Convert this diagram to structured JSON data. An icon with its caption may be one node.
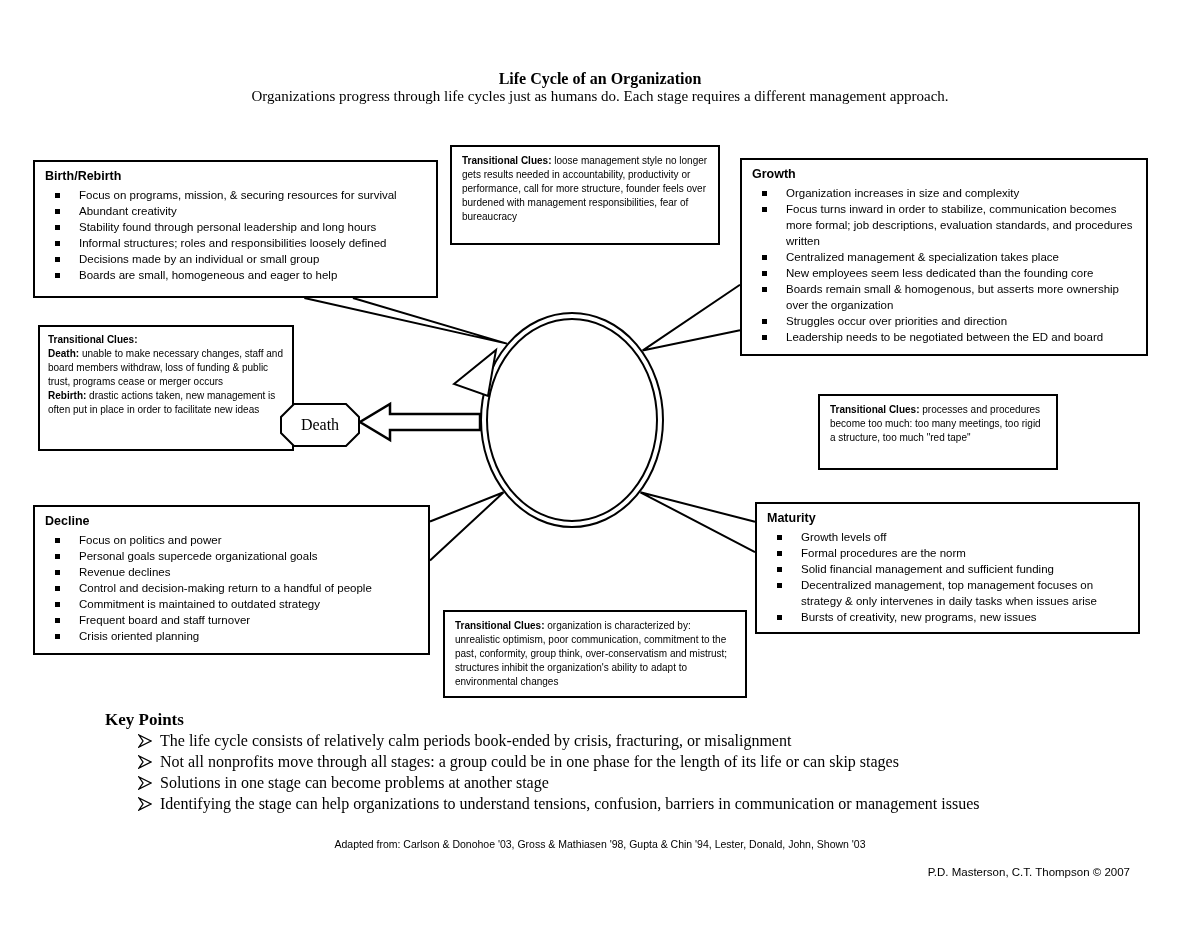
{
  "diagram": {
    "title": "Life Cycle of an Organization",
    "nodes": [
      {
        "text": [
          "Birth/Rebirth",
          "Focus on programs, mission, & securing resources for survival",
          "Abundant creativity",
          "Stability found through personal leadership and long hours",
          "Informal structures; roles and responsibilities loosely defined",
          "Decisions made by an individual or small group",
          "Boards are small, homogeneous and eager to help"
        ]
      },
      {
        "text": [
          "**Transitional Clues:** loose management style no longer gets results needed in accountability, productivity or performance, call for more structure, founder feels over burdened with management responsibilities, fear of bureaucracy"
        ]
      },
      {
        "text": [
          "Growth",
          "Organization increases in size and complexity",
          "Focus turns inward in order to stabilize, communication becomes more formal; job descriptions, evaluation standards, and procedures written",
          "Centralized management & specialization takes place",
          "New employees seem less dedicated than the founding core",
          "Boards remain small & homogenous, but asserts more ownership over the organization",
          "Struggles occur over priorities and direction",
          "Leadership needs to be negotiated between the ED and board"
        ]
      },
      {
        "text": [
          "Transitional Clues:",
          "**Death:** unable to make necessary changes, staff and board members withdraw, loss of funding & public trust, programs cease or merger occurs",
          "**Rebirth:** drastic actions taken, new management is often put in place in order to facilitate new ideas"
        ]
      },
      {
        "text": [
          "Death"
        ]
      },
      {
        "text": [],
        "shape": "circle"
      },
      {
        "text": [
          "**Transitional Clues:** processes and procedures become too much: too many meetings, too rigid a structure, too much \"red tape\""
        ]
      },
      {
        "text": [
          "Decline",
          "Focus on politics and power",
          "Personal goals supercede organizational goals",
          "Revenue declines",
          "Control and decision-making return to a handful of people",
          "Commitment is maintained to outdated strategy",
          "Frequent board and staff turnover",
          "Crisis oriented planning"
        ]
      },
      {
        "text": [
          "Maturity",
          "Growth levels off",
          "Formal procedures are the norm",
          "Solid financial management and sufficient funding",
          "Decentralized management, top management focuses on strategy & only intervenes in daily  tasks when issues arise",
          "Bursts of creativity, new programs, new issues"
        ]
      },
      {
        "text": [
          "**Transitional Clues:** organization is characterized by: unrealistic optimism, poor communication, commitment to the past, conformity, group think, over-conservatism and mistrust; structures inhibit the organization's ability to adapt to environmental changes"
        ]
      }
    ],
    "edges": [
      {
        "from": 0,
        "to": 5,
        "arrow": "none"
      },
      {
        "from": 2,
        "to": 5,
        "arrow": "none"
      },
      {
        "from": 7,
        "to": 5,
        "arrow": "none"
      },
      {
        "from": 8,
        "to": 5,
        "arrow": "none"
      },
      {
        "from": 5,
        "to": 4,
        "arrow": "to",
        "style": "thick"
      }
    ],
    "labels": [
      "Organizations progress through life cycles just as humans do. Each stage requires a different management approach.",
      "Key Points",
      "The life cycle consists of relatively calm periods book-ended by crisis, fracturing, or misalignment",
      "Not all nonprofits move through all stages: a group could be in one phase for the length of its life or can skip stages",
      "Solutions in one stage can become problems at another stage",
      "Identifying the stage can help organizations to understand tensions, confusion, barriers in communication or management issues",
      "Adapted from: Carlson & Donohoe '03, Gross & Mathiasen '98, Gupta & Chin '94, Lester, Donald, John, Shown '03",
      "P.D. Masterson, C.T. Thompson © 2007"
    ]
  }
}
